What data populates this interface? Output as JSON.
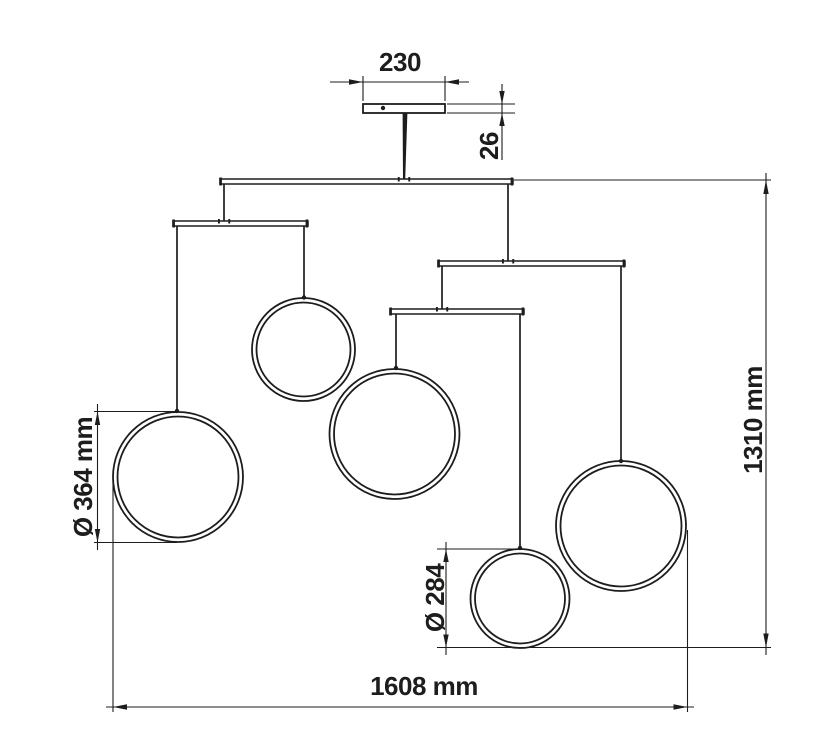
{
  "drawing": {
    "type": "technical-dimension-drawing",
    "subject": "pendant luminaire with five suspended rings on four suspension bars and a ceiling canopy",
    "colors": {
      "line": "#1d1d1b",
      "background": "#ffffff"
    },
    "dimensions": {
      "canopy_width": "230",
      "canopy_height": "26",
      "ring_large_diameter": "Ø 364 mm",
      "ring_small_diameter": "Ø 284",
      "overall_width": "1608 mm",
      "overall_height": "1310 mm"
    }
  }
}
